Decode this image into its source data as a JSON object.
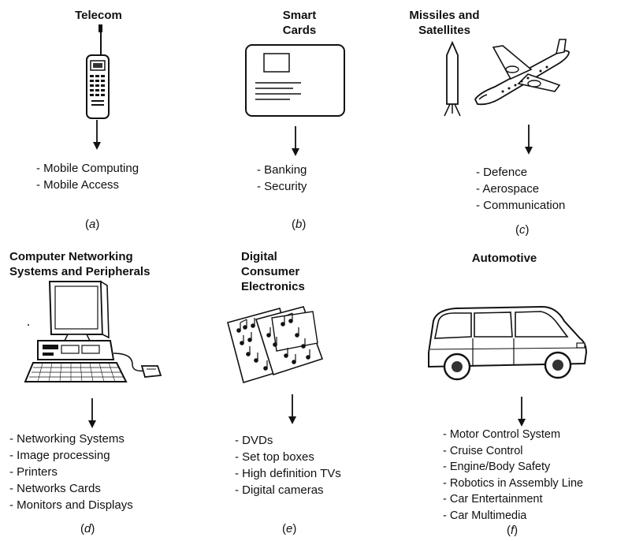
{
  "panels": [
    {
      "title": "Telecom",
      "icon": "mobile-phone-icon",
      "items": [
        "Mobile Computing",
        "Mobile Access"
      ],
      "caption": "a"
    },
    {
      "title": "Smart\nCards",
      "icon": "smart-card-icon",
      "items": [
        "Banking",
        "Security"
      ],
      "caption": "b"
    },
    {
      "title": "Missiles and\nSatellites",
      "icon": "missile-aircraft-icon",
      "items": [
        "Defence",
        "Aerospace",
        "Communication"
      ],
      "caption": "c"
    },
    {
      "title": "Computer Networking\nSystems and Peripherals",
      "icon": "computer-icon",
      "items": [
        "Networking Systems",
        "Image processing",
        "Printers",
        "Networks Cards",
        "Monitors and Displays"
      ],
      "caption": "d"
    },
    {
      "title": "Digital\nConsumer\nElectronics",
      "icon": "music-cards-icon",
      "items": [
        "DVDs",
        "Set top boxes",
        "High definition TVs",
        "Digital cameras"
      ],
      "caption": "e"
    },
    {
      "title": "Automotive",
      "icon": "car-icon",
      "items": [
        "Motor Control System",
        "Cruise Control",
        "Engine/Body Safety",
        "Robotics in Assembly Line",
        "Car Entertainment",
        "Car Multimedia"
      ],
      "caption": "f"
    }
  ],
  "colors": {
    "ink": "#111111",
    "background": "#ffffff"
  }
}
